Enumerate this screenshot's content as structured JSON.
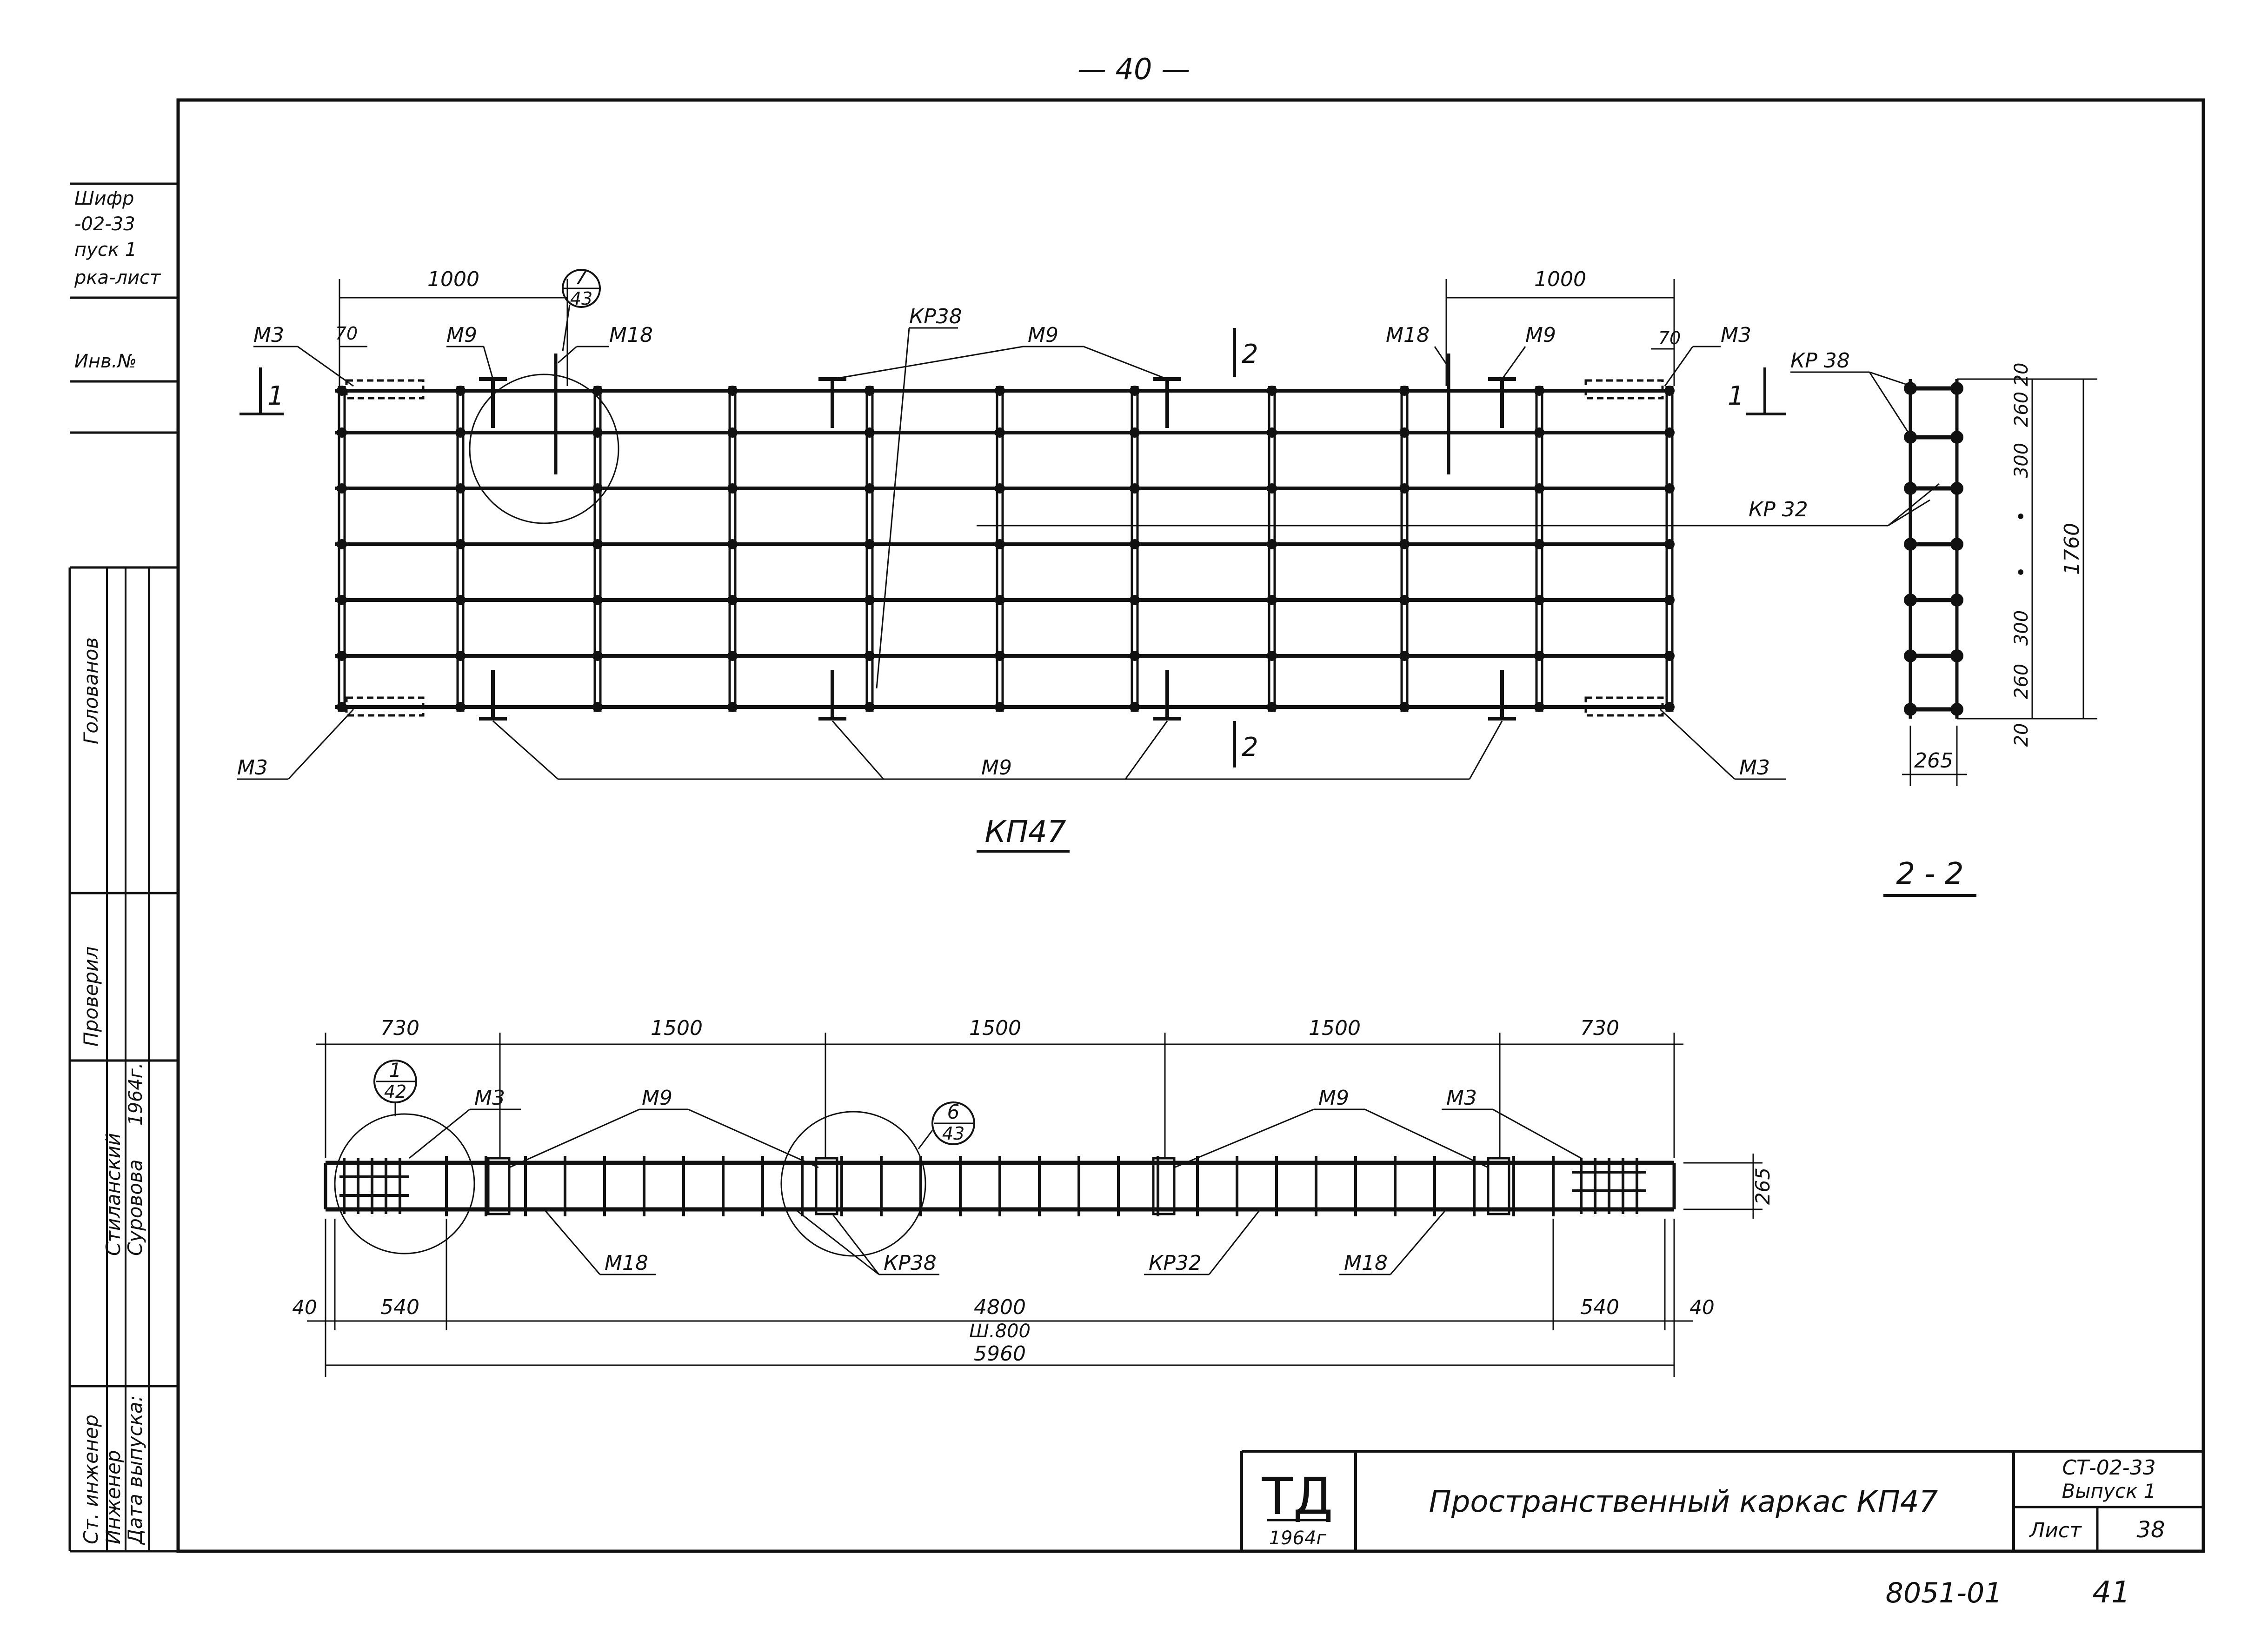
{
  "page_number": "— 40 —",
  "side_stamp": {
    "top_lines": [
      "Шифр",
      "-02-33",
      "пуск 1",
      "рка-лист"
    ],
    "inv_no": "Инв.№",
    "roles": [
      "Ст. инженер",
      "Инженер",
      "Дата выпуска:",
      "Проверил",
      "Голованов",
      "Стиланский",
      "Суровова",
      "1964г."
    ]
  },
  "plan_view": {
    "title": "КП47",
    "dim_left": "1000",
    "dim_right": "1000",
    "dim_70_left": "70",
    "dim_70_right": "70",
    "labels": {
      "m3": "М3",
      "m9": "М9",
      "m18": "М18",
      "kr38": "КР38",
      "kr32": "КР 32",
      "section_1": "1",
      "section_2": "2"
    },
    "callout": {
      "num": "7",
      "sheet": "43"
    }
  },
  "section_2_2": {
    "title": "2 - 2",
    "kr38": "КР 38",
    "dims_vertical": [
      "20",
      "260",
      "300",
      "•",
      "•",
      "300",
      "260",
      "20"
    ],
    "total_height": "1760",
    "width": "265"
  },
  "elevation": {
    "dims_top": [
      "730",
      "1500",
      "1500",
      "1500",
      "730"
    ],
    "labels": {
      "m3": "М3",
      "m9": "М9",
      "m18": "М18",
      "kr38": "КР38",
      "kr32": "КР32"
    },
    "callout_left": {
      "num": "1",
      "sheet": "42"
    },
    "callout_mid": {
      "num": "6",
      "sheet": "43"
    },
    "height": "265",
    "dims_bottom": [
      "40",
      "540",
      "4800",
      "540",
      "40"
    ],
    "overall_1": "Ш.800",
    "overall_2": "5960"
  },
  "title_block": {
    "logo": "ТД",
    "year": "1964г",
    "name": "Пространственный каркас КП47",
    "code": "СТ-02-33",
    "issue": "Выпуск 1",
    "sheet_label": "Лист",
    "sheet_no": "38"
  },
  "footer": {
    "archive_no": "8051-01",
    "page": "41"
  }
}
